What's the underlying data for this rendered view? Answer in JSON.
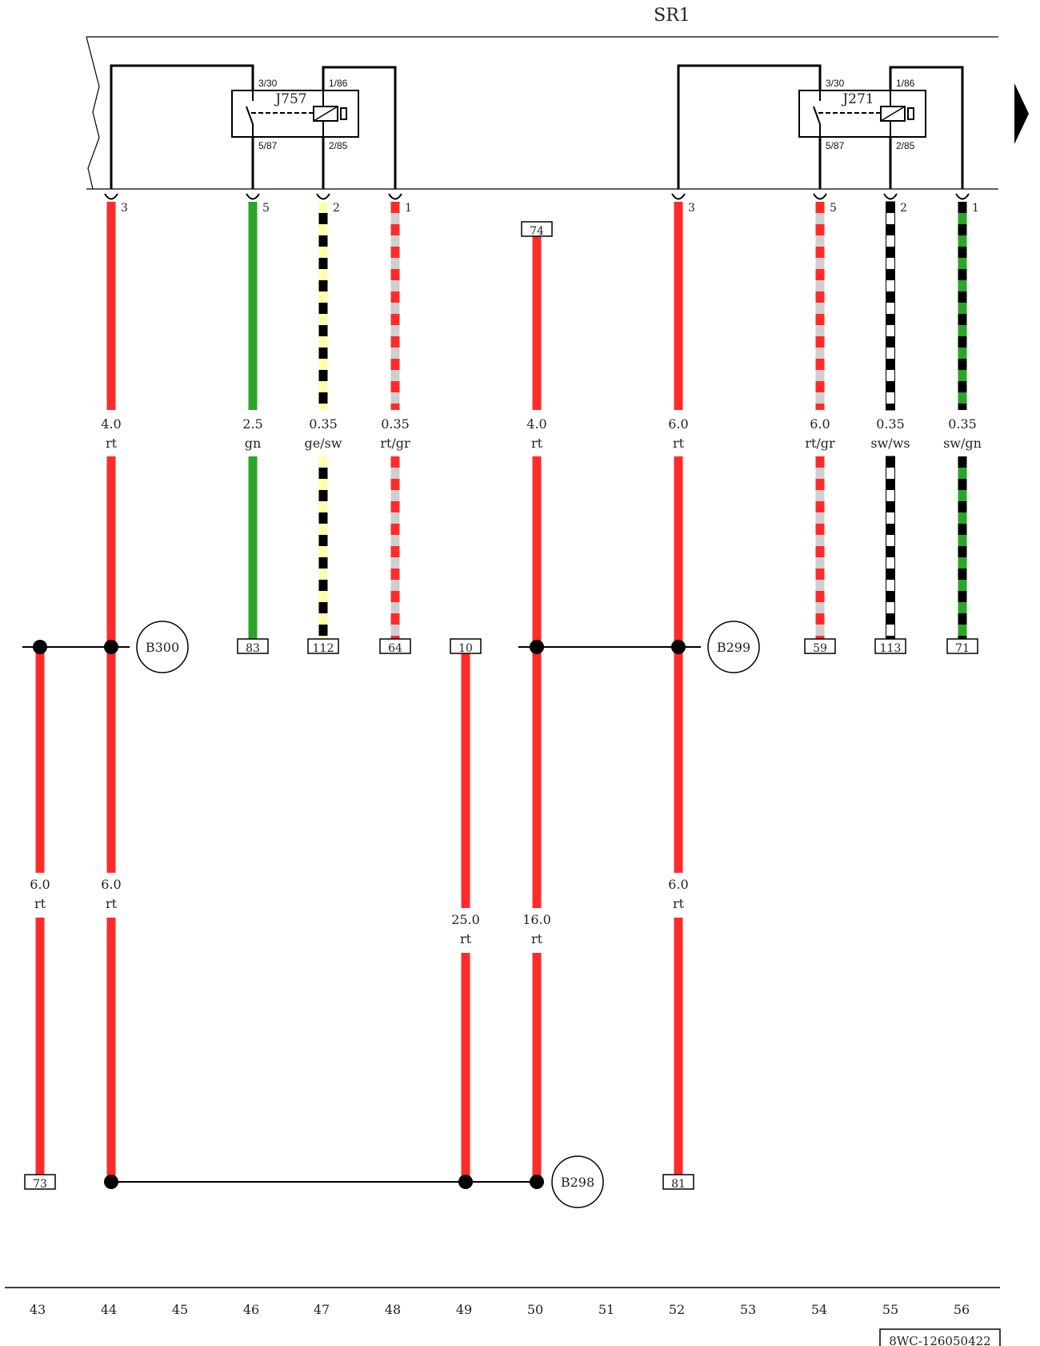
{
  "title": "SR1",
  "footer_code": "8WC-126050422",
  "colors": {
    "rt": "#ff2b2b",
    "gn": "#2aa52a",
    "ge": "#ffffaa",
    "sw": "#000000",
    "gr": "#cfcfcf",
    "ws": "#ffffff"
  },
  "relays": [
    {
      "name": "J757",
      "pin_tl": "3/30",
      "pin_tr": "1/86",
      "pin_bl": "5/87",
      "pin_br": "2/85"
    },
    {
      "name": "J271",
      "pin_tl": "3/30",
      "pin_tr": "1/86",
      "pin_bl": "5/87",
      "pin_br": "2/85"
    }
  ],
  "pins": [
    "3",
    "5",
    "2",
    "1",
    "3",
    "5",
    "2",
    "1"
  ],
  "wire_specs": [
    {
      "size": "4.0",
      "color": "rt"
    },
    {
      "size": "2.5",
      "color": "gn"
    },
    {
      "size": "0.35",
      "color": "ge/sw"
    },
    {
      "size": "0.35",
      "color": "rt/gr"
    },
    {
      "size": "4.0",
      "color": "rt"
    },
    {
      "size": "6.0",
      "color": "rt"
    },
    {
      "size": "6.0",
      "color": "rt/gr"
    },
    {
      "size": "0.35",
      "color": "sw/ws"
    },
    {
      "size": "0.35",
      "color": "sw/gn"
    },
    {
      "size": "6.0",
      "color": "rt"
    },
    {
      "size": "6.0",
      "color": "rt"
    },
    {
      "size": "25.0",
      "color": "rt"
    },
    {
      "size": "16.0",
      "color": "rt"
    },
    {
      "size": "6.0",
      "color": "rt"
    }
  ],
  "terminals": [
    "74",
    "83",
    "112",
    "64",
    "10",
    "59",
    "113",
    "71",
    "73",
    "81"
  ],
  "splices": [
    "B300",
    "B299",
    "B298"
  ],
  "ruler": [
    "43",
    "44",
    "45",
    "46",
    "47",
    "48",
    "49",
    "50",
    "51",
    "52",
    "53",
    "54",
    "55",
    "56"
  ]
}
